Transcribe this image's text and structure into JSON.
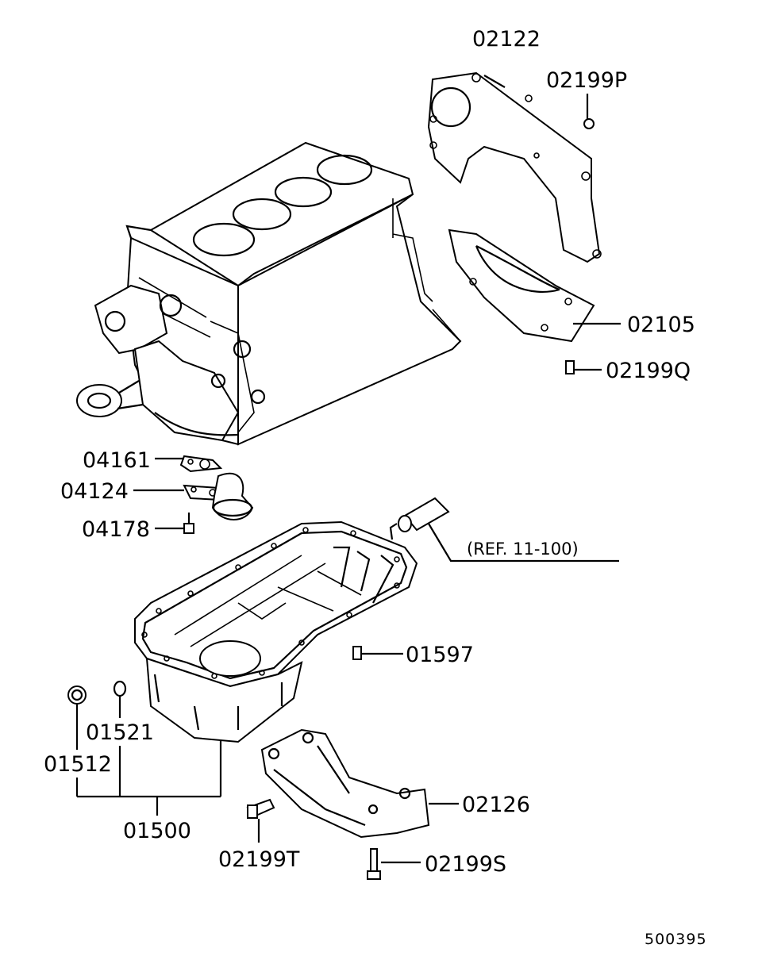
{
  "labels": {
    "p02122": "02122",
    "p02199P": "02199P",
    "p02105": "02105",
    "p02199Q": "02199Q",
    "p04161": "04161",
    "p04124": "04124",
    "p04178": "04178",
    "ref": "(REF. 11-100)",
    "p01597": "01597",
    "p01521": "01521",
    "p01512": "01512",
    "p01500": "01500",
    "p02126": "02126",
    "p02199T": "02199T",
    "p02199S": "02199S"
  },
  "illustration_number": "500395"
}
